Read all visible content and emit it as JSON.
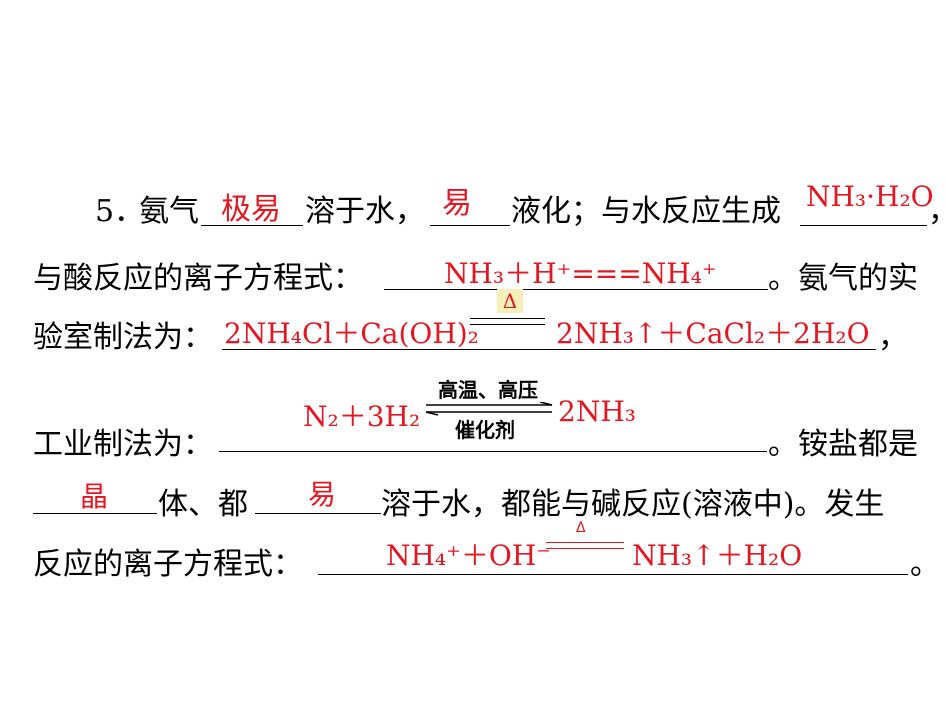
{
  "question": {
    "number": "5．",
    "ammonia": "氨气",
    "dissolve_in_water": "溶于水，",
    "liquefy": "液化；与水反应生成",
    "comma_end": "，",
    "acid_reaction": "与酸反应的离子方程式：",
    "ammonia_lab": "。氨气的实",
    "lab_method": "验室制法为：",
    "comma2": "，",
    "industrial_method": "工业制法为：",
    "ammonium_salts": "。铵盐都是",
    "body_char": "体、都",
    "dissolve_react": "溶于水，都能与碱反应(溶液中)。发生",
    "ionic_eq_label": "反应的离子方程式：",
    "period_end": "。"
  },
  "answers": {
    "solubility": "极易",
    "liquefaction": "易",
    "hydrate": "NH₃·H₂O",
    "acid_ionic": "NH₃＋H⁺===NH₄⁺",
    "lab_left": "2NH₄Cl＋Ca(OH)₂",
    "lab_right": "2NH₃↑＋CaCl₂＋2H₂O",
    "lab_condition": "Δ",
    "industrial_left": "N₂＋3H₂",
    "industrial_right": "2NH₃",
    "industrial_condition_top": "高温、高压",
    "industrial_condition_bottom": "催化剂",
    "crystal": "晶",
    "salt_solubility": "易",
    "base_ionic_left": "NH₄⁺＋OH⁻",
    "base_ionic_right": "NH₃↑＋H₂O",
    "base_ionic_condition": "Δ"
  },
  "colors": {
    "answer": "#e4161f",
    "text": "#000000",
    "delta_highlight": "#f7efb8"
  }
}
